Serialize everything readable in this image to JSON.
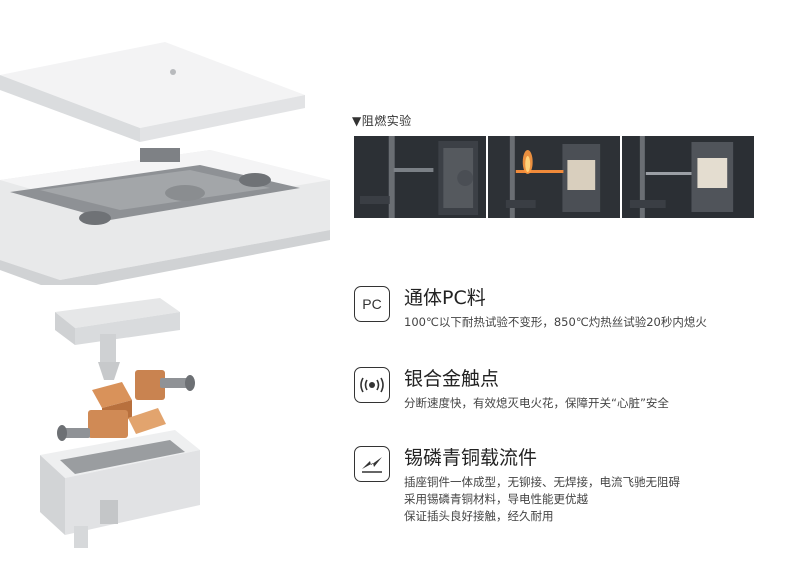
{
  "flame_test": {
    "title": "▼阻燃实验"
  },
  "features": [
    {
      "icon": "pc-icon",
      "icon_text": "PC",
      "title": "通体PC料",
      "lines": [
        "100℃以下耐热试验不变形，850℃灼热丝试验20秒内熄火"
      ]
    },
    {
      "icon": "contact-signal-icon",
      "title": "银合金触点",
      "lines": [
        "分断速度快，有效熄灭电火花，保障开关“心脏”安全"
      ]
    },
    {
      "icon": "lightning-current-icon",
      "title": "锡磷青铜载流件",
      "lines": [
        "插座铜件一体成型，无铆接、无焊接，电流飞驰无阻碍",
        "采用锡磷青铜材料，导电性能更优越",
        "保证插头良好接触，经久耐用"
      ]
    }
  ]
}
